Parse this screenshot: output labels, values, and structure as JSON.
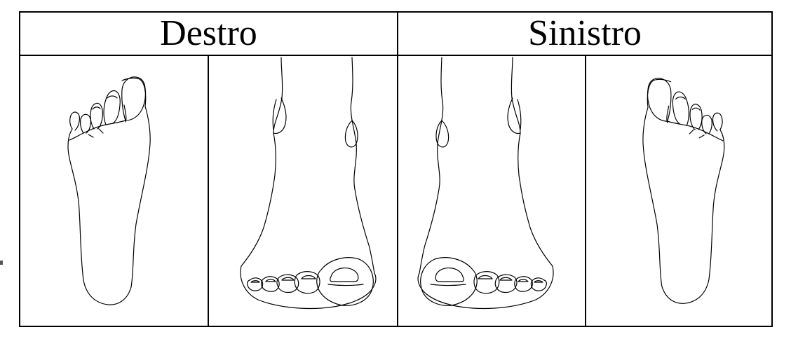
{
  "header": {
    "left_label": "Destro",
    "right_label": "Sinistro"
  },
  "colors": {
    "line": "#000000",
    "background": "#ffffff"
  },
  "panels": [
    {
      "side": "right",
      "view": "sole",
      "icon": "foot-sole-icon"
    },
    {
      "side": "right",
      "view": "dorsal",
      "icon": "foot-dorsal-icon"
    },
    {
      "side": "left",
      "view": "dorsal",
      "icon": "foot-dorsal-icon"
    },
    {
      "side": "left",
      "view": "sole",
      "icon": "foot-sole-icon"
    }
  ]
}
